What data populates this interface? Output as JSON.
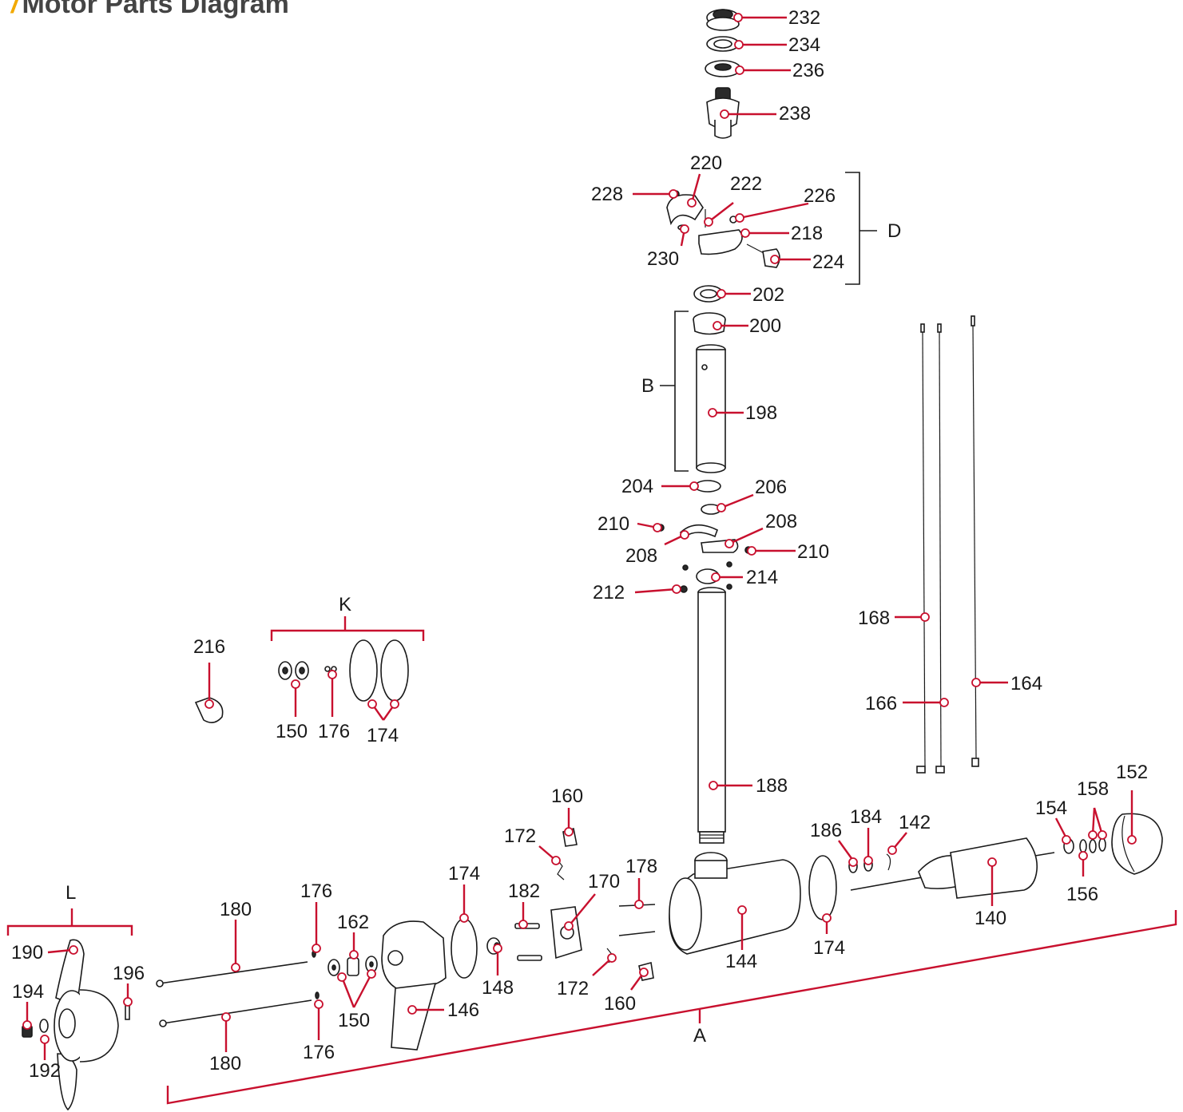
{
  "title": "Motor Parts Diagram",
  "colors": {
    "accent": "#c8102e",
    "title_mark": "#f2a900",
    "line": "#1a1a1a"
  },
  "labels": {
    "p232": "232",
    "p234": "234",
    "p236": "236",
    "p238": "238",
    "p220": "220",
    "p222": "222",
    "p226": "226",
    "p228": "228",
    "p218": "218",
    "p224": "224",
    "p230": "230",
    "p202": "202",
    "p200": "200",
    "p198": "198",
    "p204": "204",
    "p206": "206",
    "p210a": "210",
    "p208a": "208",
    "p208b": "208",
    "p210b": "210",
    "p214": "214",
    "p212": "212",
    "p188": "188",
    "p168": "168",
    "p166": "166",
    "p164": "164",
    "p216": "216",
    "p150a": "150",
    "p176a": "176",
    "p174a": "174",
    "p160a": "160",
    "p172a": "172",
    "p178": "178",
    "p170": "170",
    "p182": "182",
    "p174b": "174",
    "p176b": "176",
    "p180a": "180",
    "p162": "162",
    "p190": "190",
    "p196": "196",
    "p194": "194",
    "p192": "192",
    "p180b": "180",
    "p176c": "176",
    "p150b": "150",
    "p148": "148",
    "p146": "146",
    "p172b": "172",
    "p160b": "160",
    "p144": "144",
    "p174c": "174",
    "p186": "186",
    "p184": "184",
    "p142": "142",
    "p140": "140",
    "p154": "154",
    "p158": "158",
    "p152": "152",
    "p156": "156"
  },
  "groups": {
    "D": "D",
    "B": "B",
    "K": "K",
    "L": "L",
    "A": "A"
  }
}
